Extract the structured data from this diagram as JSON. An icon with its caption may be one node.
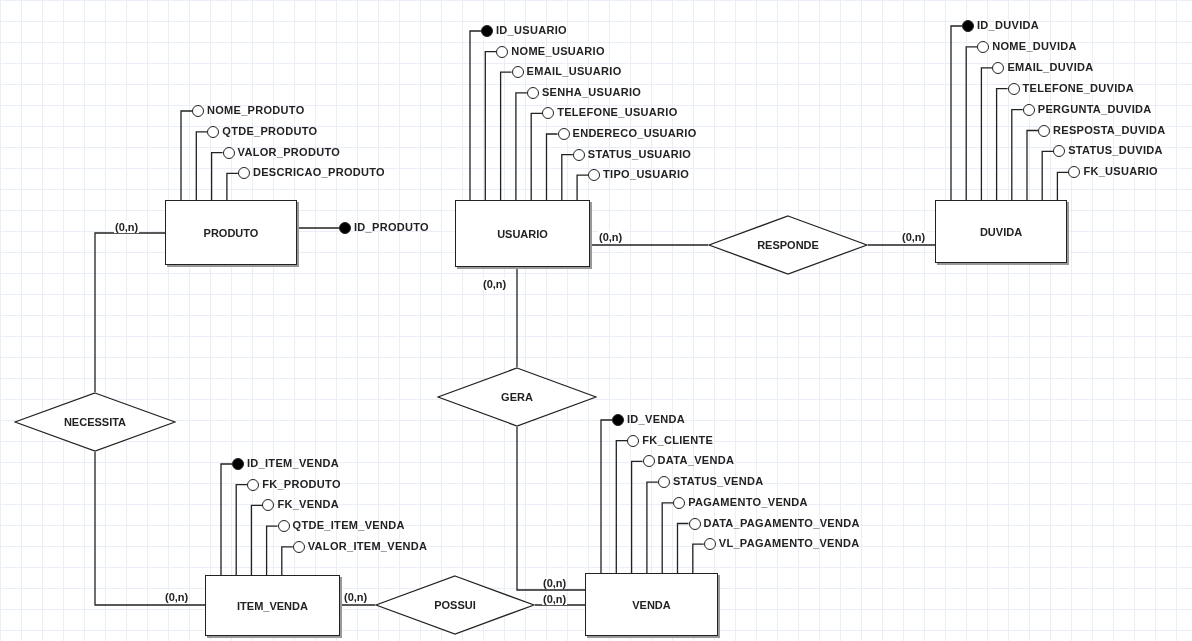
{
  "diagram": {
    "nodes": [
      {
        "text": [
          "PRODUTO"
        ]
      },
      {
        "text": [],
        "shape": "circle",
        "beside": [
          "NOME_PRODUTO"
        ]
      },
      {
        "text": [],
        "shape": "circle",
        "beside": [
          "QTDE_PRODUTO"
        ]
      },
      {
        "text": [],
        "shape": "circle",
        "beside": [
          "VALOR_PRODUTO"
        ]
      },
      {
        "text": [],
        "shape": "circle",
        "beside": [
          "DESCRICAO_PRODUTO"
        ]
      },
      {
        "text": [],
        "shape": "dot",
        "beside": [
          "ID_PRODUTO"
        ]
      },
      {
        "text": [
          "USUARIO"
        ]
      },
      {
        "text": [],
        "shape": "dot",
        "beside": [
          "ID_USUARIO"
        ]
      },
      {
        "text": [],
        "shape": "circle",
        "beside": [
          "NOME_USUARIO"
        ]
      },
      {
        "text": [],
        "shape": "circle",
        "beside": [
          "EMAIL_USUARIO"
        ]
      },
      {
        "text": [],
        "shape": "circle",
        "beside": [
          "SENHA_USUARIO"
        ]
      },
      {
        "text": [],
        "shape": "circle",
        "beside": [
          "TELEFONE_USUARIO"
        ]
      },
      {
        "text": [],
        "shape": "circle",
        "beside": [
          "ENDERECO_USUARIO"
        ]
      },
      {
        "text": [],
        "shape": "circle",
        "beside": [
          "STATUS_USUARIO"
        ]
      },
      {
        "text": [],
        "shape": "circle",
        "beside": [
          "TIPO_USUARIO"
        ]
      },
      {
        "text": [
          "RESPONDE"
        ]
      },
      {
        "text": [
          "DUVIDA"
        ]
      },
      {
        "text": [],
        "shape": "dot",
        "beside": [
          "ID_DUVIDA"
        ]
      },
      {
        "text": [],
        "shape": "circle",
        "beside": [
          "NOME_DUVIDA"
        ]
      },
      {
        "text": [],
        "shape": "circle",
        "beside": [
          "EMAIL_DUVIDA"
        ]
      },
      {
        "text": [],
        "shape": "circle",
        "beside": [
          "TELEFONE_DUVIDA"
        ]
      },
      {
        "text": [],
        "shape": "circle",
        "beside": [
          "PERGUNTA_DUVIDA"
        ]
      },
      {
        "text": [],
        "shape": "circle",
        "beside": [
          "RESPOSTA_DUVIDA"
        ]
      },
      {
        "text": [],
        "shape": "circle",
        "beside": [
          "STATUS_DUVIDA"
        ]
      },
      {
        "text": [],
        "shape": "circle",
        "beside": [
          "FK_USUARIO"
        ]
      },
      {
        "text": [
          "GERA"
        ]
      },
      {
        "text": [
          "NECESSITA"
        ]
      },
      {
        "text": [
          "ITEM_VENDA"
        ]
      },
      {
        "text": [],
        "shape": "dot",
        "beside": [
          "ID_ITEM_VENDA"
        ]
      },
      {
        "text": [],
        "shape": "circle",
        "beside": [
          "FK_PRODUTO"
        ]
      },
      {
        "text": [],
        "shape": "circle",
        "beside": [
          "FK_VENDA"
        ]
      },
      {
        "text": [],
        "shape": "circle",
        "beside": [
          "QTDE_ITEM_VENDA"
        ]
      },
      {
        "text": [],
        "shape": "circle",
        "beside": [
          "VALOR_ITEM_VENDA"
        ]
      },
      {
        "text": [
          "POSSUI"
        ]
      },
      {
        "text": [
          "VENDA"
        ]
      },
      {
        "text": [],
        "shape": "dot",
        "beside": [
          "ID_VENDA"
        ]
      },
      {
        "text": [],
        "shape": "circle",
        "beside": [
          "FK_CLIENTE"
        ]
      },
      {
        "text": [],
        "shape": "circle",
        "beside": [
          "DATA_VENDA"
        ]
      },
      {
        "text": [],
        "shape": "circle",
        "beside": [
          "STATUS_VENDA"
        ]
      },
      {
        "text": [],
        "shape": "circle",
        "beside": [
          "PAGAMENTO_VENDA"
        ]
      },
      {
        "text": [],
        "shape": "circle",
        "beside": [
          "DATA_PAGAMENTO_VENDA"
        ]
      },
      {
        "text": [],
        "shape": "circle",
        "beside": [
          "VL_PAGAMENTO_VENDA"
        ]
      }
    ],
    "edges": [
      {
        "from": 0,
        "to": 1,
        "arrow": "none"
      },
      {
        "from": 0,
        "to": 2,
        "arrow": "none"
      },
      {
        "from": 0,
        "to": 3,
        "arrow": "none"
      },
      {
        "from": 0,
        "to": 4,
        "arrow": "none"
      },
      {
        "from": 0,
        "to": 5,
        "arrow": "none"
      },
      {
        "from": 6,
        "to": 7,
        "arrow": "none"
      },
      {
        "from": 6,
        "to": 8,
        "arrow": "none"
      },
      {
        "from": 6,
        "to": 9,
        "arrow": "none"
      },
      {
        "from": 6,
        "to": 10,
        "arrow": "none"
      },
      {
        "from": 6,
        "to": 11,
        "arrow": "none"
      },
      {
        "from": 6,
        "to": 12,
        "arrow": "none"
      },
      {
        "from": 6,
        "to": 13,
        "arrow": "none"
      },
      {
        "from": 6,
        "to": 14,
        "arrow": "none"
      },
      {
        "from": 16,
        "to": 17,
        "arrow": "none"
      },
      {
        "from": 16,
        "to": 18,
        "arrow": "none"
      },
      {
        "from": 16,
        "to": 19,
        "arrow": "none"
      },
      {
        "from": 16,
        "to": 20,
        "arrow": "none"
      },
      {
        "from": 16,
        "to": 21,
        "arrow": "none"
      },
      {
        "from": 16,
        "to": 22,
        "arrow": "none"
      },
      {
        "from": 16,
        "to": 23,
        "arrow": "none"
      },
      {
        "from": 16,
        "to": 24,
        "arrow": "none"
      },
      {
        "from": 27,
        "to": 28,
        "arrow": "none"
      },
      {
        "from": 27,
        "to": 29,
        "arrow": "none"
      },
      {
        "from": 27,
        "to": 30,
        "arrow": "none"
      },
      {
        "from": 27,
        "to": 31,
        "arrow": "none"
      },
      {
        "from": 27,
        "to": 32,
        "arrow": "none"
      },
      {
        "from": 34,
        "to": 35,
        "arrow": "none"
      },
      {
        "from": 34,
        "to": 36,
        "arrow": "none"
      },
      {
        "from": 34,
        "to": 37,
        "arrow": "none"
      },
      {
        "from": 34,
        "to": 38,
        "arrow": "none"
      },
      {
        "from": 34,
        "to": 39,
        "arrow": "none"
      },
      {
        "from": 34,
        "to": 40,
        "arrow": "none"
      },
      {
        "from": 34,
        "to": 41,
        "arrow": "none"
      },
      {
        "from": 0,
        "to": 26,
        "label": "(0,n)",
        "arrow": "none"
      },
      {
        "from": 27,
        "to": 26,
        "label": "(0,n)",
        "arrow": "none"
      },
      {
        "from": 27,
        "to": 33,
        "label": "(0,n)",
        "arrow": "none"
      },
      {
        "from": 34,
        "to": 33,
        "label": "(0,n)",
        "arrow": "none"
      },
      {
        "from": 6,
        "to": 25,
        "label": "(0,n)",
        "arrow": "none"
      },
      {
        "from": 34,
        "to": 25,
        "label": "(0,n)",
        "arrow": "none"
      },
      {
        "from": 6,
        "to": 15,
        "label": "(0,n)",
        "arrow": "none"
      },
      {
        "from": 16,
        "to": 15,
        "label": "(0,n)",
        "arrow": "none"
      }
    ]
  }
}
